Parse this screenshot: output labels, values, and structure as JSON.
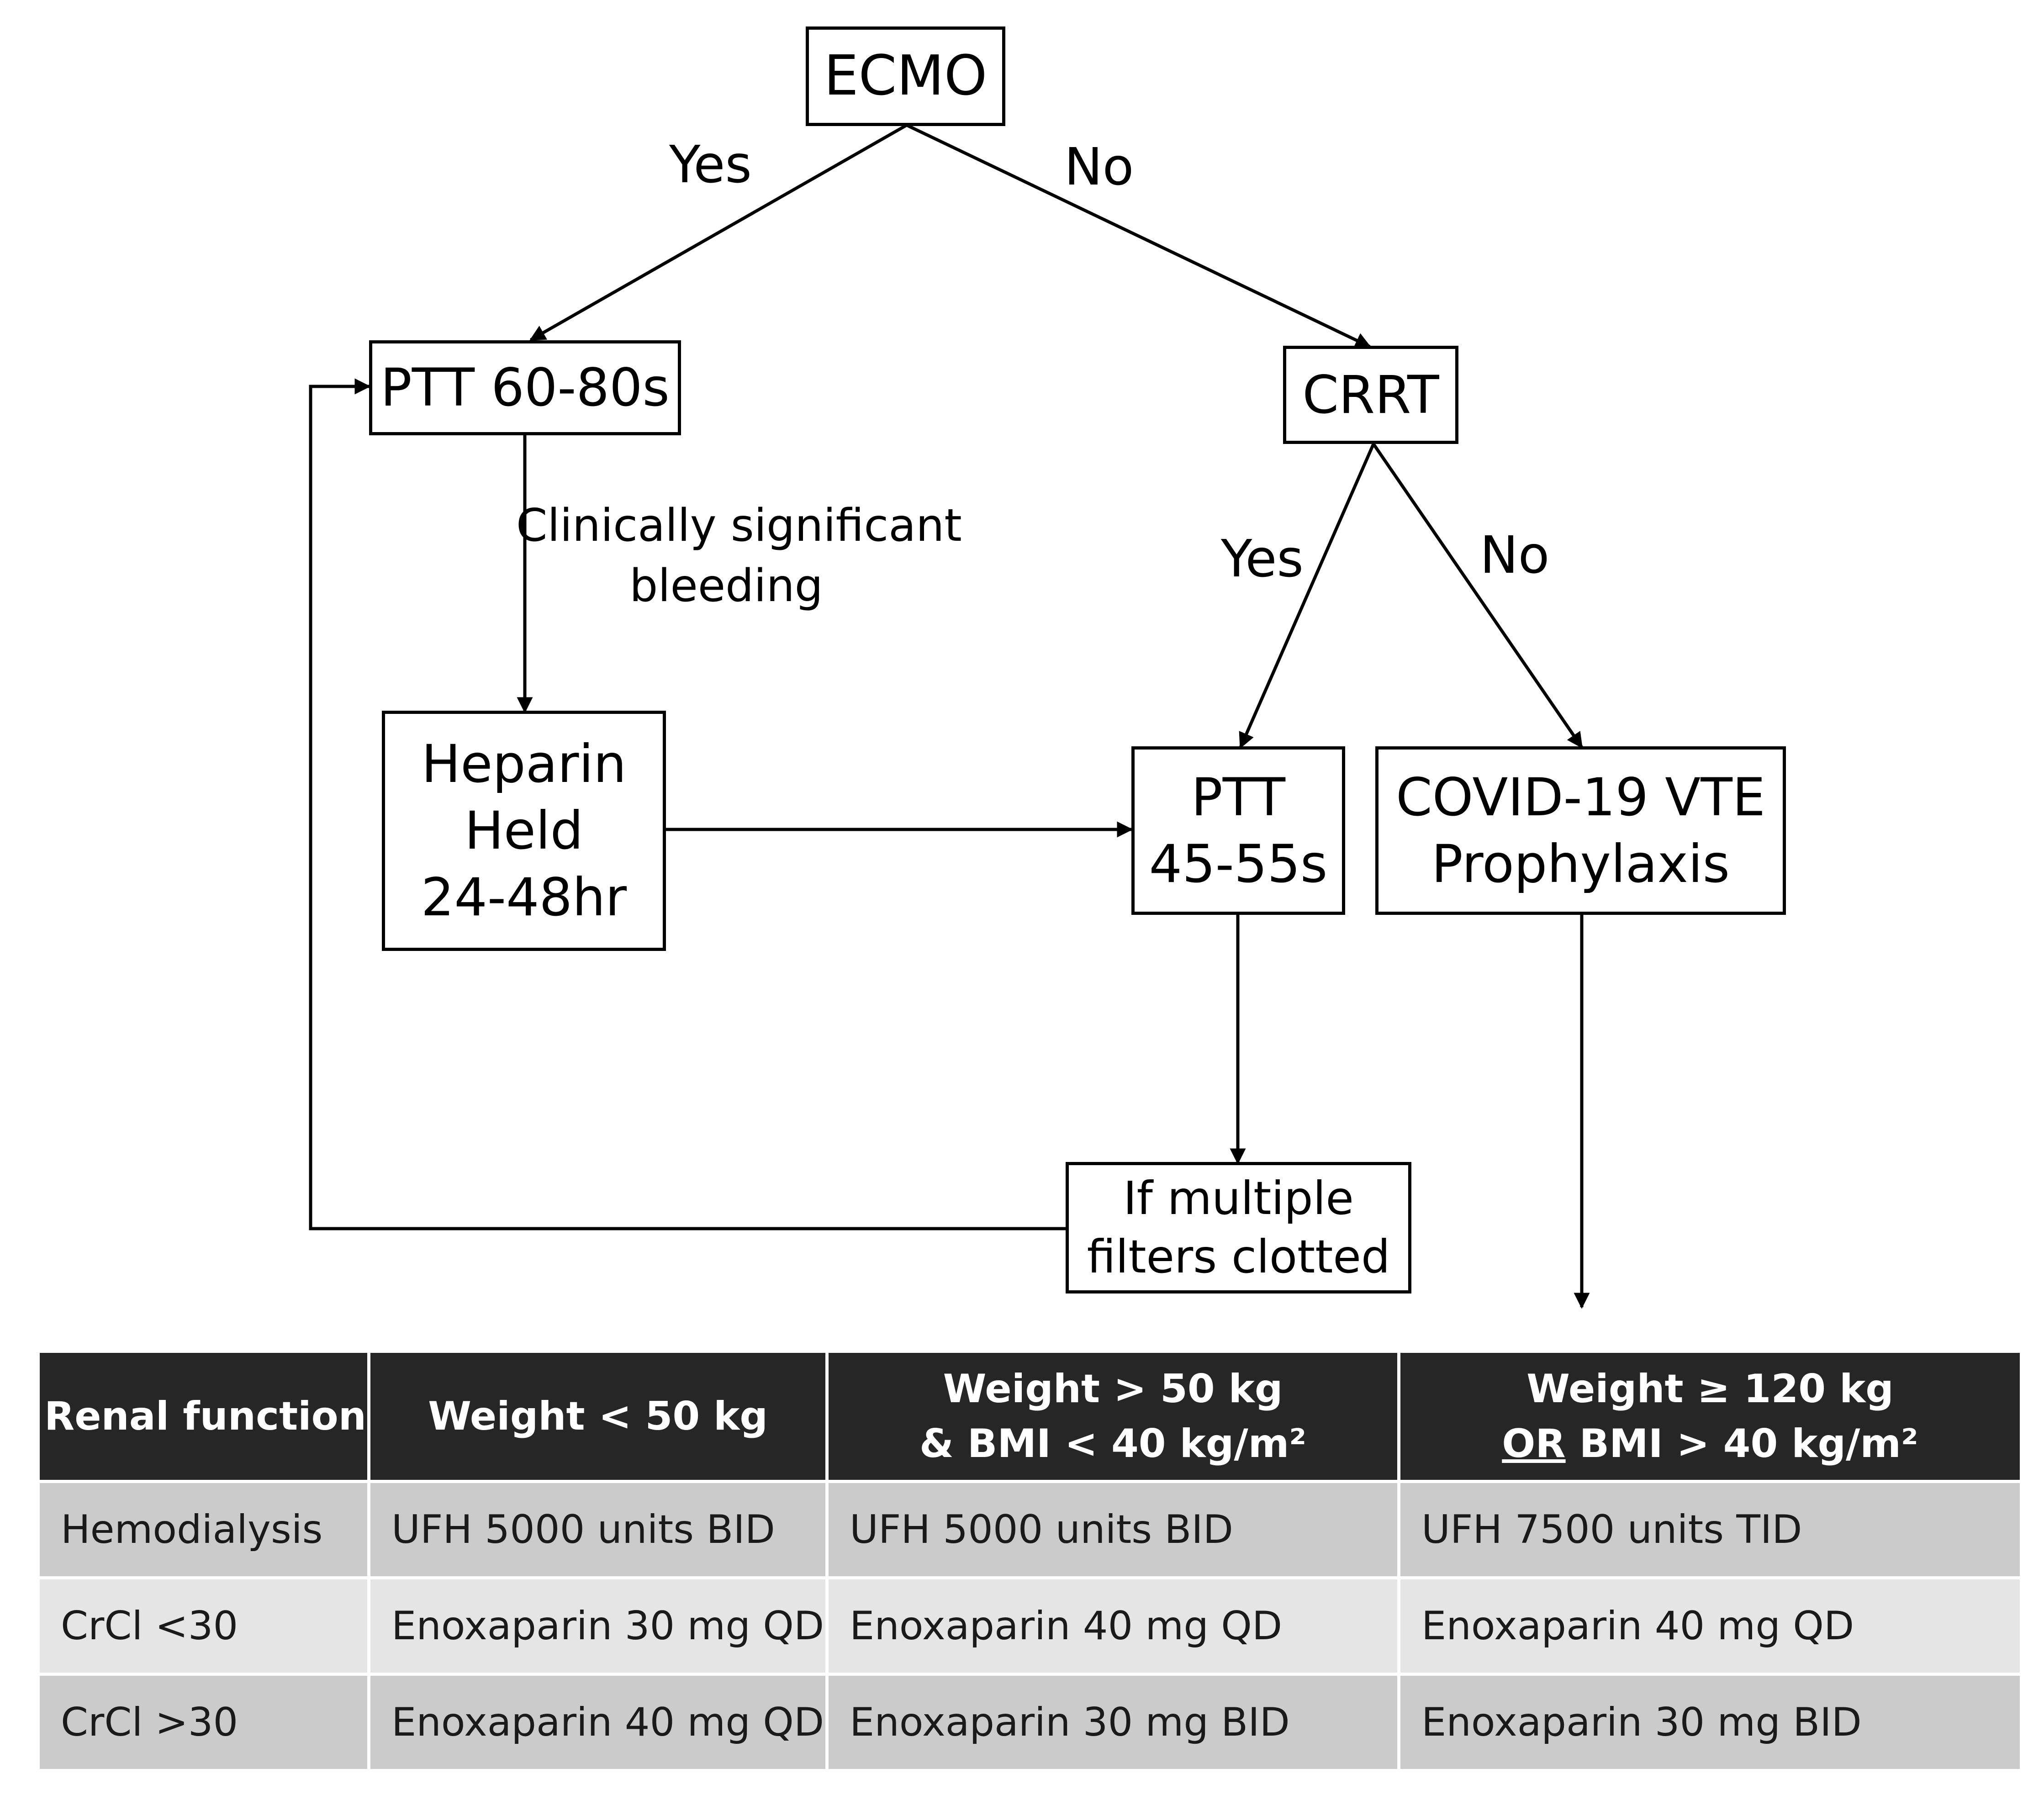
{
  "flowchart": {
    "nodes": {
      "ecmo": "ECMO",
      "ptt_60_80": "PTT 60-80s",
      "crrt": "CRRT",
      "heparin_held": [
        "Heparin",
        "Held",
        "24-48hr"
      ],
      "ptt_45_55": [
        "PTT",
        "45-55s"
      ],
      "covid_vte": [
        "COVID-19 VTE",
        "Prophylaxis"
      ],
      "filters_clotted": [
        "If multiple",
        "filters clotted"
      ]
    },
    "edge_labels": {
      "ecmo_yes": "Yes",
      "ecmo_no": "No",
      "crrt_yes": "Yes",
      "crrt_no": "No",
      "bleeding": [
        "Clinically significant",
        "bleeding"
      ]
    }
  },
  "table": {
    "headers": {
      "renal": "Renal function",
      "w_lt_50": "Weight < 50 kg",
      "w_gt_50_line1": "Weight > 50 kg",
      "w_gt_50_line2": "& BMI < 40 kg/m²",
      "w_ge_120_line1": "Weight ≥ 120 kg",
      "w_ge_120_or": "OR",
      "w_ge_120_line2_rest": " BMI > 40 kg/m²"
    },
    "rows": [
      [
        "Hemodialysis",
        "UFH 5000 units BID",
        "UFH 5000 units BID",
        "UFH 7500 units TID"
      ],
      [
        "CrCl <30",
        "Enoxaparin 30 mg QD",
        "Enoxaparin 40 mg QD",
        "Enoxaparin 40 mg QD"
      ],
      [
        "CrCl >30",
        "Enoxaparin 40 mg QD",
        "Enoxaparin 30 mg BID",
        "Enoxaparin 30 mg BID"
      ]
    ]
  }
}
